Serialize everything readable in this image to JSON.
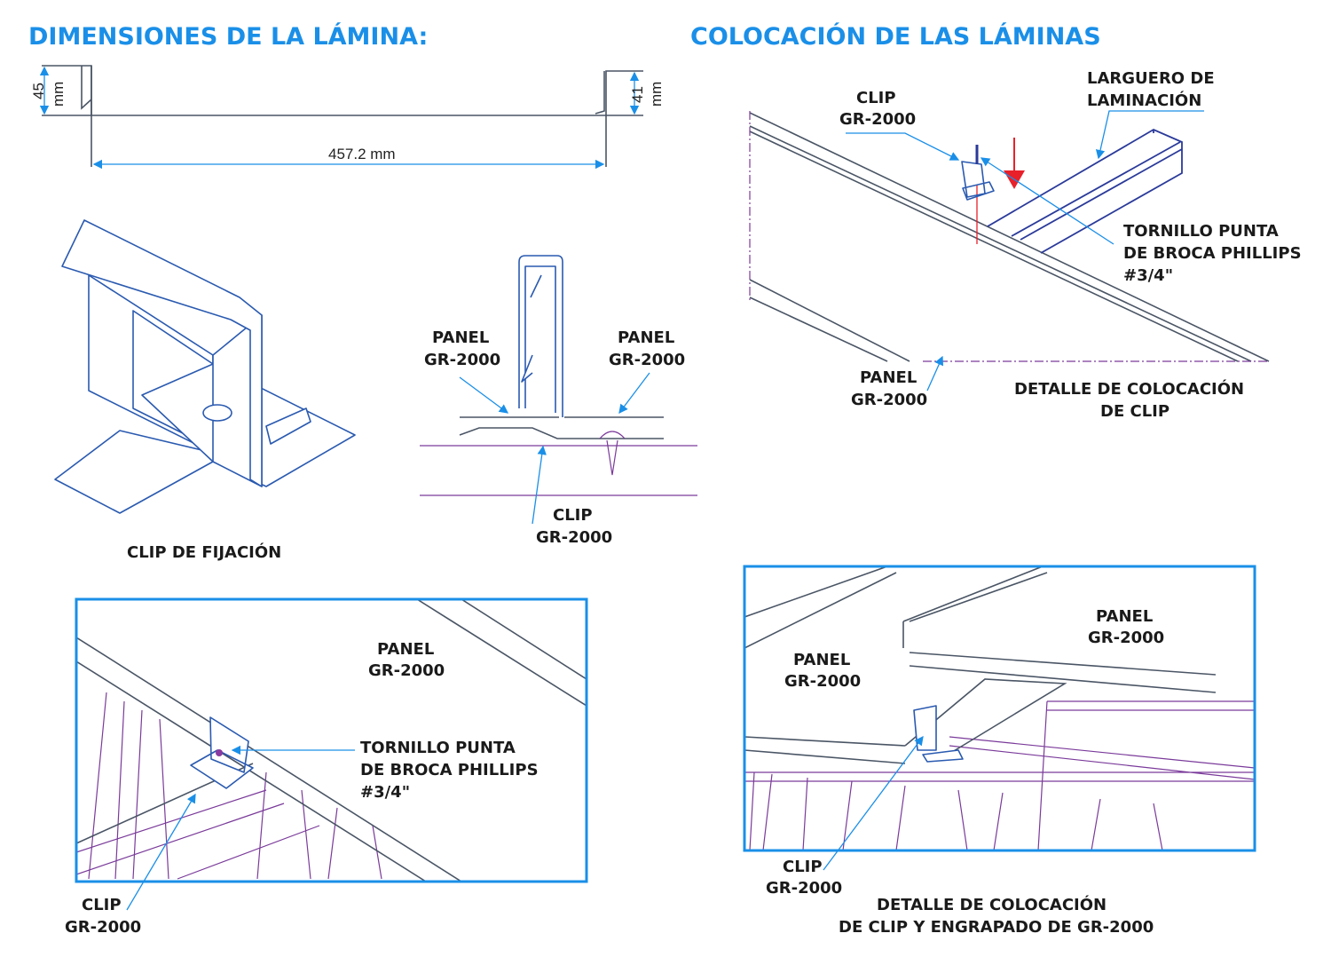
{
  "titles": {
    "dimensions": "DIMENSIONES DE LA LÁMINA:",
    "placement": "COLOCACIÓN DE LAS LÁMINAS"
  },
  "dimensions": {
    "left_height": "45",
    "left_unit": "mm",
    "right_height": "41",
    "right_unit": "mm",
    "width": "457.2 mm"
  },
  "clip_caption": "CLIP DE FIJACIÓN",
  "section": {
    "panel_left": [
      "PANEL",
      "GR-2000"
    ],
    "panel_right": [
      "PANEL",
      "GR-2000"
    ],
    "clip": [
      "CLIP",
      "GR-2000"
    ]
  },
  "placement_detail": {
    "clip": [
      "CLIP",
      "GR-2000"
    ],
    "larguero": [
      "LARGUERO DE",
      "LAMINACIÓN"
    ],
    "screw": [
      "TORNILLO PUNTA",
      "DE BROCA PHILLIPS",
      "#3/4\""
    ],
    "panel": [
      "PANEL",
      "GR-2000"
    ],
    "caption": [
      "DETALLE DE COLOCACIÓN",
      "DE CLIP"
    ]
  },
  "bottom_left": {
    "panel": [
      "PANEL",
      "GR-2000"
    ],
    "screw": [
      "TORNILLO PUNTA",
      "DE BROCA PHILLIPS",
      "#3/4\""
    ],
    "clip": [
      "CLIP",
      "GR-2000"
    ]
  },
  "bottom_right": {
    "panel_right": [
      "PANEL",
      "GR-2000"
    ],
    "panel_left": [
      "PANEL",
      "GR-2000"
    ],
    "clip": [
      "CLIP",
      "GR-2000"
    ],
    "caption": [
      "DETALLE DE COLOCACIÓN",
      "DE CLIP Y ENGRAPADO DE GR-2000"
    ]
  },
  "colors": {
    "accent": "#1a8fe8",
    "arrow_red": "#e8202a",
    "purlin": "#7a3a9a"
  }
}
